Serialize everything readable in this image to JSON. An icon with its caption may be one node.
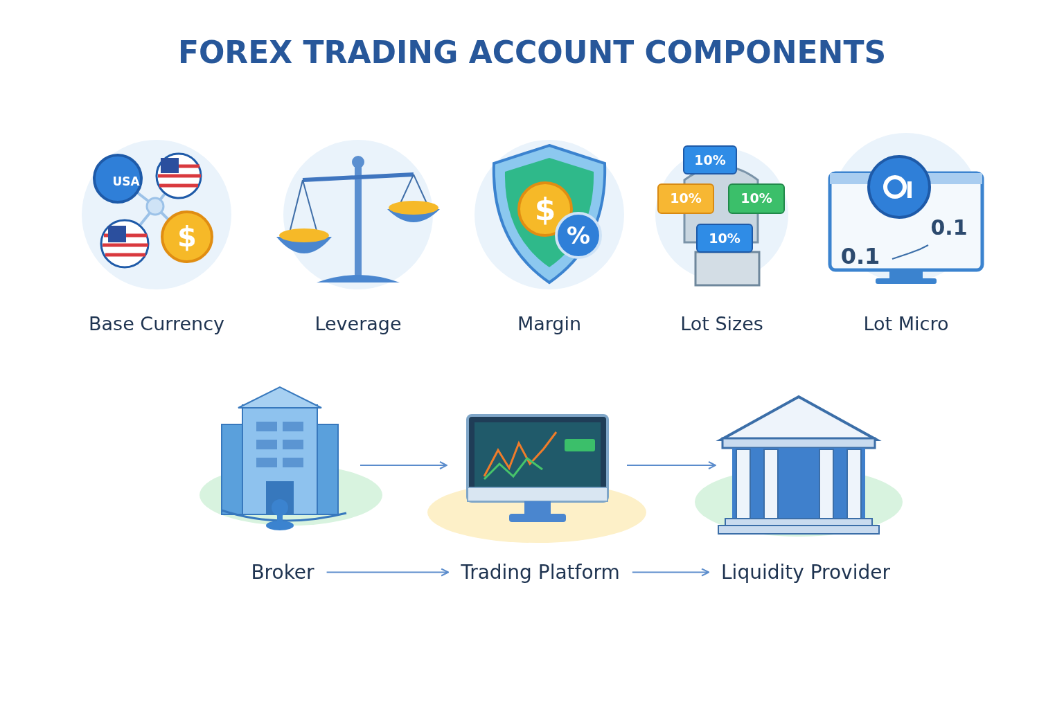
{
  "diagram": {
    "title": "FOREX TRADING ACCOUNT COMPONENTS",
    "nodes": [
      {
        "text": [
          "Base Currency"
        ]
      },
      {
        "text": [
          "Leverage"
        ]
      },
      {
        "text": [
          "Margin"
        ]
      },
      {
        "text": [
          "Lot Sizes"
        ]
      },
      {
        "text": [
          "Lot Micro"
        ]
      },
      {
        "text": [],
        "shape": "picture"
      },
      {
        "text": [],
        "shape": "picture"
      },
      {
        "text": [],
        "shape": "picture"
      },
      {
        "text": [
          "Broker"
        ]
      },
      {
        "text": [
          "Trading Platform"
        ]
      },
      {
        "text": [
          "Liquidity Provider"
        ]
      }
    ],
    "edges": [
      {
        "from": 5,
        "to": 6,
        "arrow": "to"
      },
      {
        "from": 6,
        "to": 7,
        "arrow": "to"
      },
      {
        "from": 8,
        "to": 9,
        "arrow": "to"
      },
      {
        "from": 9,
        "to": 10,
        "arrow": "to"
      }
    ],
    "labels": [
      "USA",
      "$",
      "$",
      "%",
      "10%",
      "10%",
      "10%",
      "10%",
      "0.1",
      "0.1"
    ]
  }
}
